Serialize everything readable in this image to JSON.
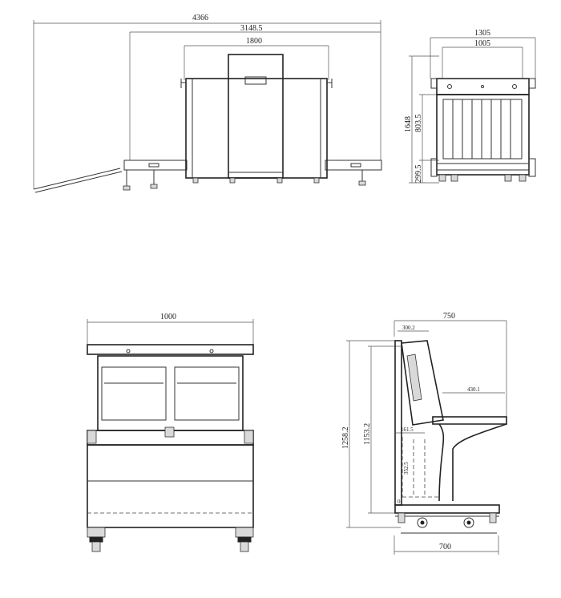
{
  "views": {
    "side": {
      "overall_length": "4366",
      "tunnel_conveyor_length": "3148.5",
      "body_length": "1800"
    },
    "end": {
      "outer_width": "1305",
      "inner_width": "1005",
      "total_height": "1648",
      "tunnel_height": "803.5",
      "conveyor_height": "299.5"
    },
    "console_front": {
      "width": "1000"
    },
    "console_side": {
      "depth": "750",
      "base_depth": "700",
      "total_height": "1258.2",
      "desk_height": "1153.2",
      "monitor_depth": "300.2",
      "desk_depth": "430.1",
      "dim_a": "161.5",
      "dim_b": "352.5",
      "dim_c": "0"
    }
  }
}
